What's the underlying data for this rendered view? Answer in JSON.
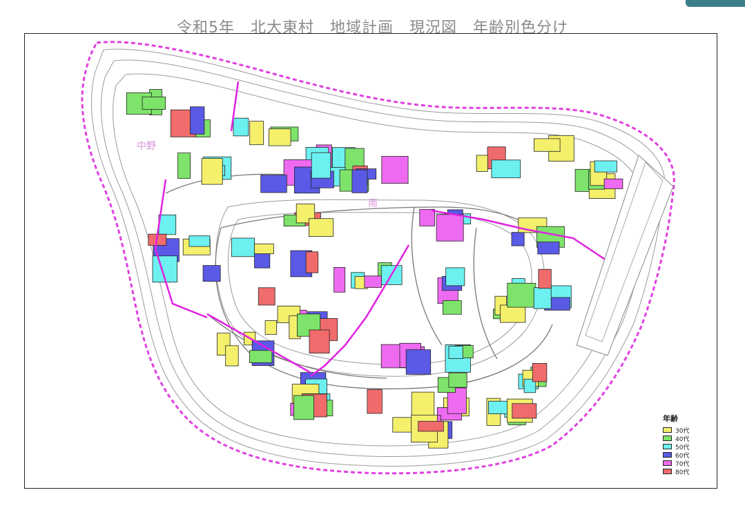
{
  "title": "令和5年　北大東村　地域計画　現況図　年齢別色分け",
  "places": {
    "west": "中野",
    "center": "南"
  },
  "legend": {
    "title": "年齢",
    "items": [
      {
        "label": "30代",
        "color": "#f4f06c"
      },
      {
        "label": "40代",
        "color": "#7ee36a"
      },
      {
        "label": "50代",
        "color": "#6cf0f0"
      },
      {
        "label": "60代",
        "color": "#5a5ae6"
      },
      {
        "label": "70代",
        "color": "#ee6af0"
      },
      {
        "label": "80代",
        "color": "#f06c6c"
      }
    ]
  },
  "colors": {
    "boundary": "#e040e0",
    "district_line": "#e020e0",
    "contour": "#9a9a9a",
    "road": "#777777"
  }
}
